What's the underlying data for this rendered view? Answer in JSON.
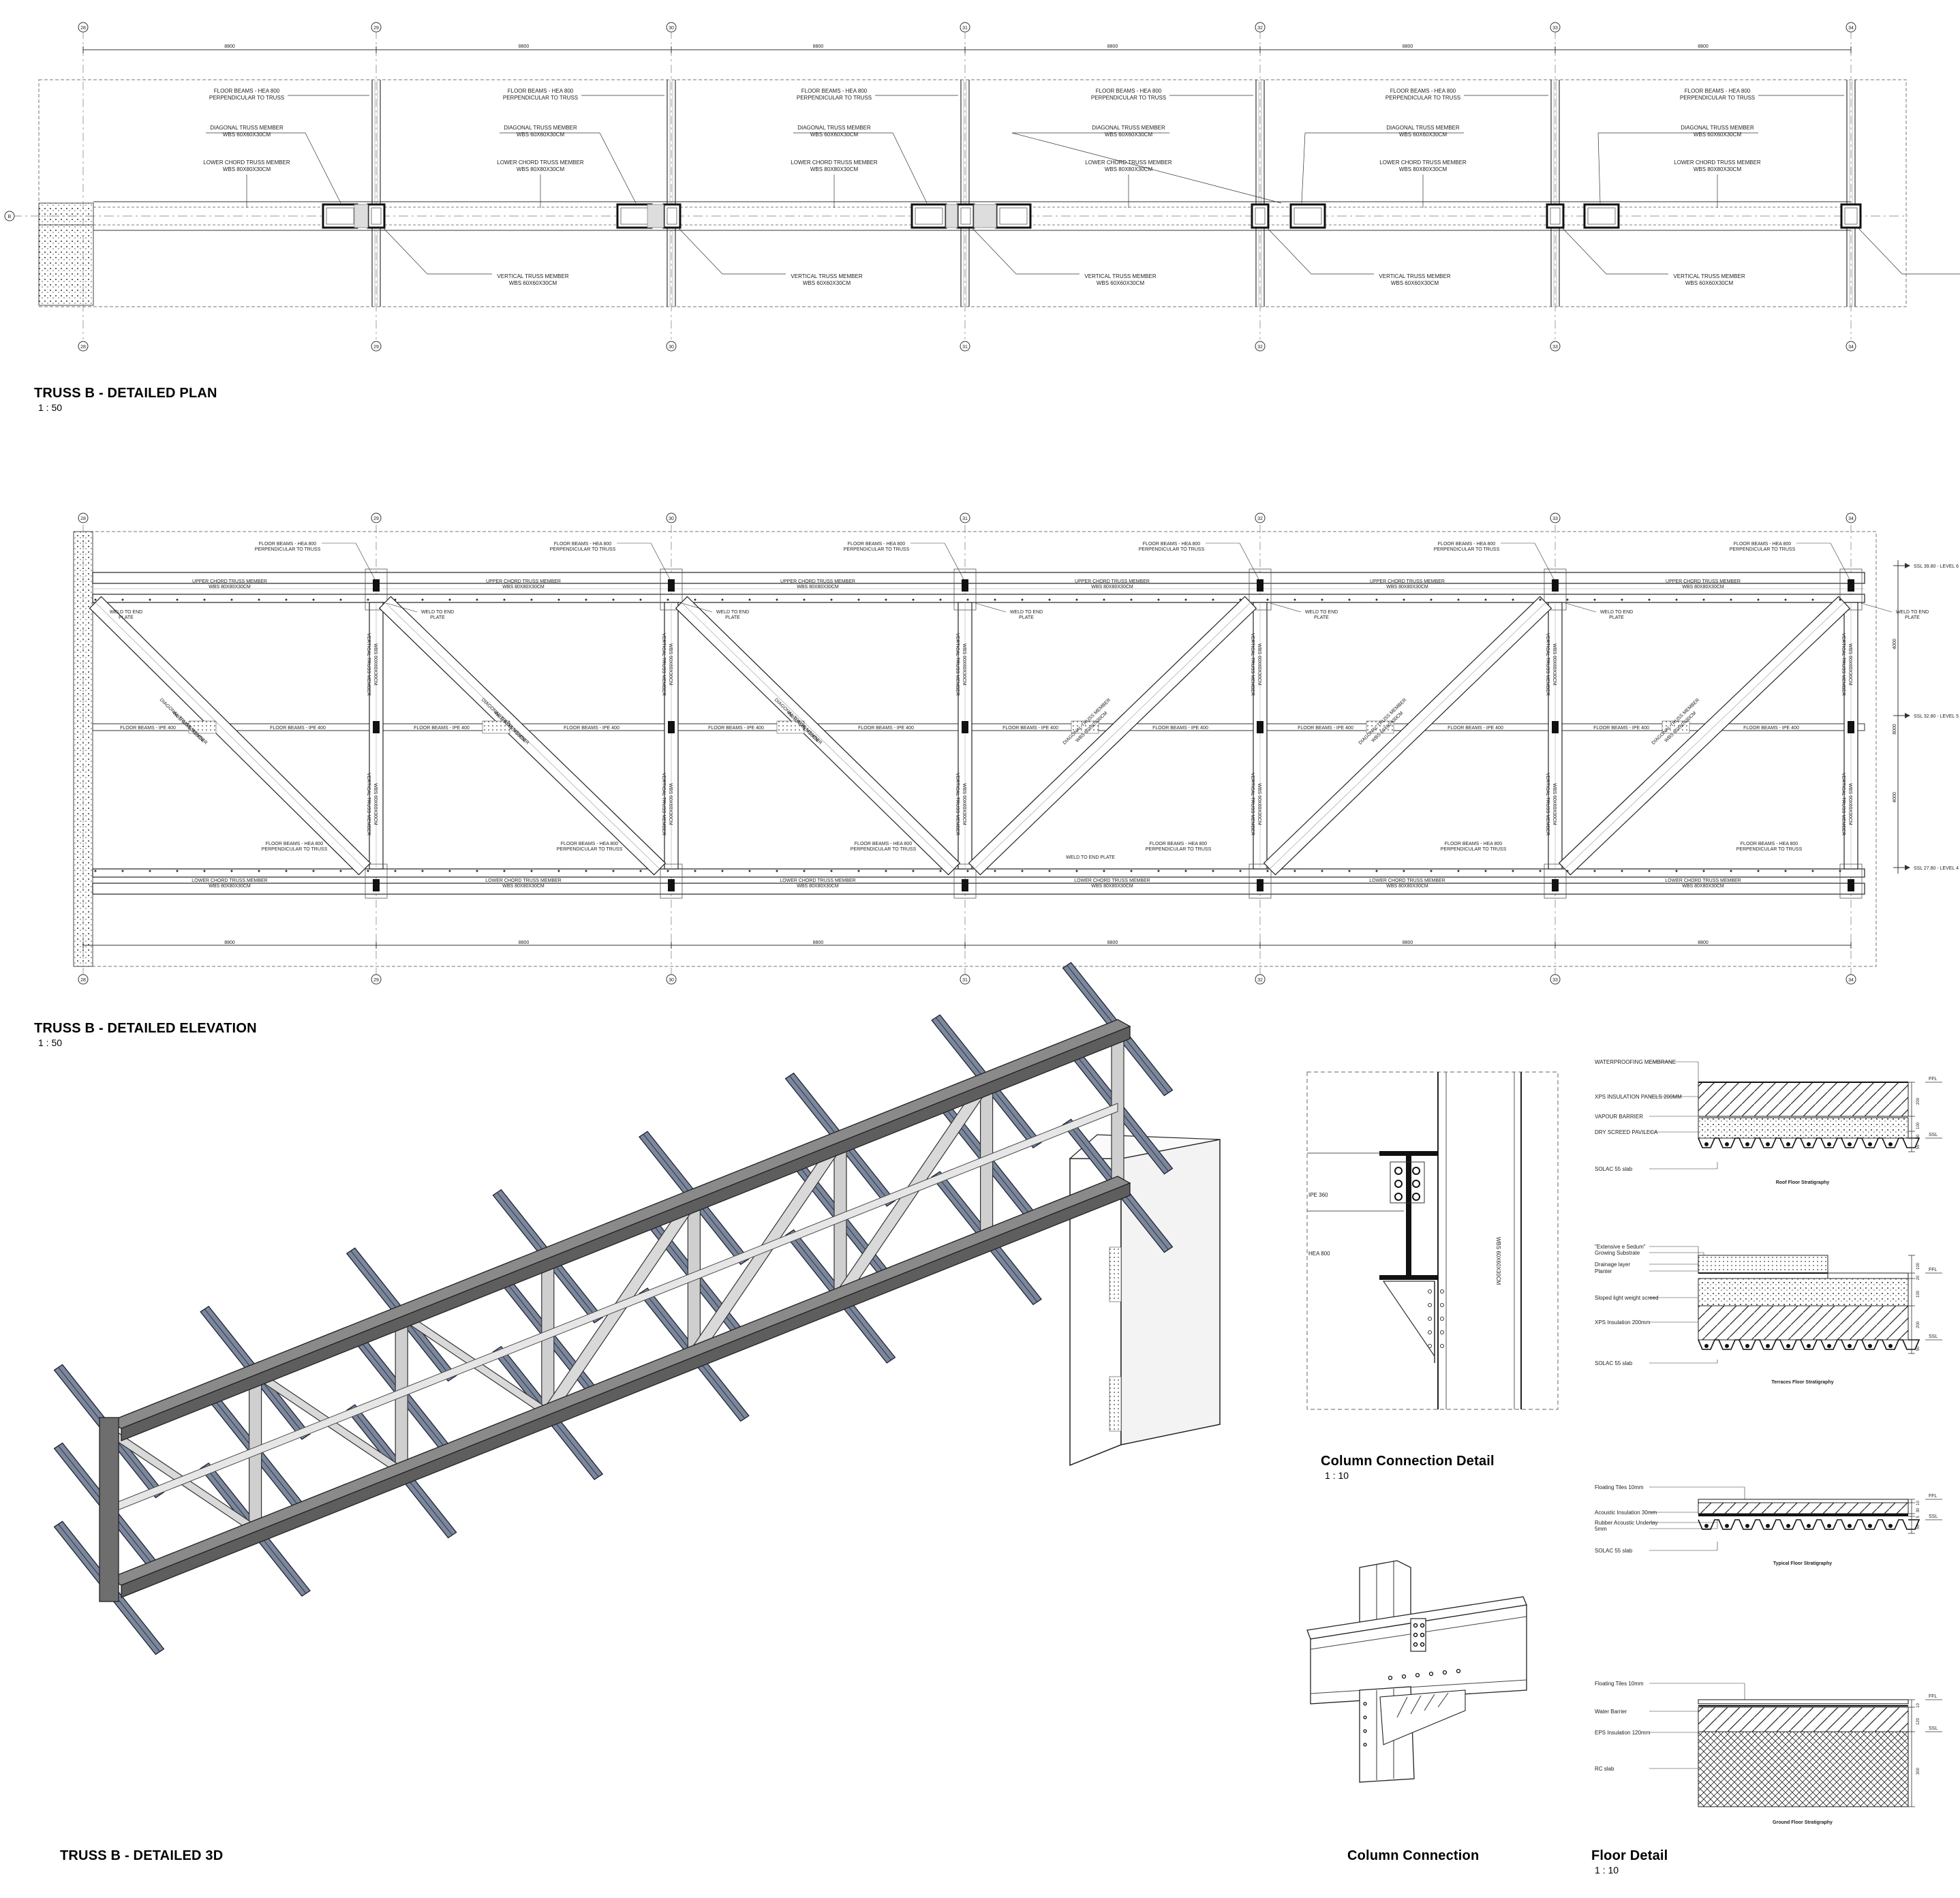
{
  "grid_labels": [
    "28",
    "29",
    "30",
    "31",
    "32",
    "33",
    "34"
  ],
  "row_label": "B",
  "bay_dimension": "8800",
  "plan": {
    "title": "TRUSS B - DETAILED PLAN",
    "scale": "1 : 50",
    "label_floor_beams": [
      "FLOOR BEAMS - HEA 800",
      "PERPENDICULAR TO TRUSS"
    ],
    "label_diagonal": [
      "DIAGONAL TRUSS MEMBER",
      "WBS 60X60X30CM"
    ],
    "label_lower_chord": [
      "LOWER CHORD TRUSS MEMBER",
      "WBS 80X80X30CM"
    ],
    "label_vertical": [
      "VERTICAL TRUSS MEMBER",
      "WBS 60X60X30CM"
    ]
  },
  "elevation": {
    "title": "TRUSS B - DETAILED ELEVATION",
    "scale": "1 : 50",
    "label_upper_chord": [
      "UPPER CHORD TRUSS MEMBER",
      "WBS 80X80X30CM"
    ],
    "label_lower_chord": [
      "LOWER CHORD TRUSS MEMBER",
      "WBS 80X80X30CM"
    ],
    "label_floor_beam_ipe": "FLOOR BEAMS - IPE 400",
    "label_floor_beams_hea": [
      "FLOOR BEAMS - HEA 800",
      "PERPENDICULAR TO TRUSS"
    ],
    "label_weld": [
      "WELD TO END",
      "PLATE"
    ],
    "label_weld_one": "WELD TO END PLATE",
    "label_vertical": [
      "VERTICAL TRUSS MEMBER",
      "WBS 60X60X30CM"
    ],
    "label_diagonal": [
      "DIAGONAL TRUSS MEMBER",
      "WBS 60X60X30CM"
    ],
    "level_labels": [
      "SSL 39.80 - LEVEL 6",
      "SSL 32.80 - LEVEL 5",
      "SSL 27.80 - LEVEL 4"
    ],
    "level_dims": [
      "4000",
      "8000",
      "4000"
    ]
  },
  "view3d": {
    "title": "TRUSS B - DETAILED 3D"
  },
  "column_detail": {
    "title": "Column Connection Detail",
    "scale": "1 : 10",
    "label_ipe": "IPE 360",
    "label_hea": "HEA 800",
    "label_wbs": "WBS 60X60X30CM"
  },
  "column_connection": {
    "title": "Column Connection"
  },
  "floor_detail": {
    "title": "Floor Detail",
    "scale": "1 : 10",
    "ffl": "FFL",
    "ssl": "SSL",
    "roof": {
      "caption": "Roof Floor Stratigraphy",
      "layers": [
        "WATERPROOFING MEMBRANE",
        "XPS INSULATION PANELS 200MM",
        "VAPOUR BARRIER",
        "DRY SCREED PAVILECA",
        "SOLAC 55 slab"
      ],
      "dims": [
        "200",
        "100",
        "50",
        "55"
      ]
    },
    "terrace": {
      "caption": "Terraces Floor Stratigraphy",
      "layers": [
        "\"Extensive e Sedum\"",
        "Growing Substrate",
        "Drainage layer",
        "Planter",
        "Sloped light weight screed",
        "XPS Insulation 200mm",
        "SOLAC 55 slab"
      ],
      "dims": [
        "100",
        "20",
        "100",
        "200",
        "50"
      ]
    },
    "typical": {
      "caption": "Typical Floor Stratigraphy",
      "layers": [
        "Floating Tiles 10mm",
        "Acoustic Insulation 30mm",
        "Rubber Acoustic Underlay",
        "5mm",
        "SOLAC 55 slab"
      ],
      "dims": [
        "10",
        "30",
        "5",
        "55"
      ]
    },
    "ground": {
      "caption": "Ground Floor Stratigraphy",
      "layers": [
        "Floating Tiles 10mm",
        "Water Barrier",
        "EPS Insulation 120mm",
        "RC slab"
      ],
      "dims": [
        "10",
        "120",
        "300"
      ]
    }
  }
}
